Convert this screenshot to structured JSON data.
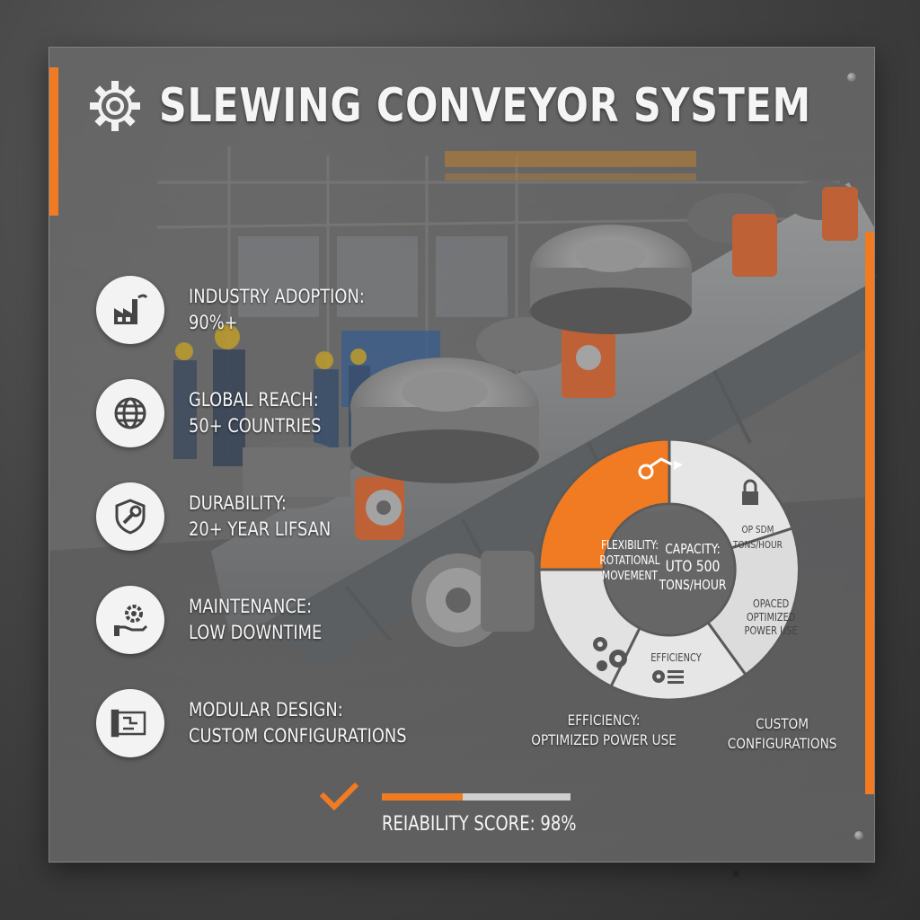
{
  "title": "SLEWING CONVEYOR SYSTEM",
  "stats": [
    {
      "icon": "factory-icon",
      "line1": "INDUSTRY ADOPTION:",
      "line2": "90%+"
    },
    {
      "icon": "globe-icon",
      "line1": "GLOBAL REACH:",
      "line2": "50+ COUNTRIES"
    },
    {
      "icon": "shield-wrench-icon",
      "line1": "DURABILITY:",
      "line2": "20+ YEAR LIFSAN"
    },
    {
      "icon": "hand-gear-icon",
      "line1": "MAINTENANCE:",
      "line2": "LOW DOWNTIME"
    },
    {
      "icon": "blueprint-icon",
      "line1": "MODULAR DESIGN:",
      "line2": "CUSTOM CONFIGURATIONS"
    }
  ],
  "wheel": {
    "flexibility": {
      "line1": "FLEXIBILITY:",
      "line2": "ROTATIONAL",
      "line3": "MOVEMENT"
    },
    "capacity": {
      "line1": "CAPACITY:",
      "line2": "UTO 500",
      "line3": "TONS/HOUR"
    },
    "top_right": {
      "line1": "OP SDM",
      "line2": "TONS/HOUR"
    },
    "right": {
      "line1": "OPACED",
      "line2": "OPTIMIZED",
      "line3": "POWER USE"
    },
    "bottom": {
      "line1": "EFFICIENCY"
    }
  },
  "below_labels": {
    "efficiency": {
      "line1": "EFFICIENCY:",
      "line2": "OPTIMIZED POWER USE"
    },
    "custom": {
      "line1": "CUSTOM",
      "line2": "CONFIGURATIONS"
    }
  },
  "reliability": {
    "label": "REIABILITY SCORE: 98%",
    "fill_fraction": 0.43
  },
  "colors": {
    "accent": "#f07b22",
    "panel_text": "#f5f5f5",
    "wheel_gray": "#e6e6e6",
    "icon_dark": "#444444"
  }
}
